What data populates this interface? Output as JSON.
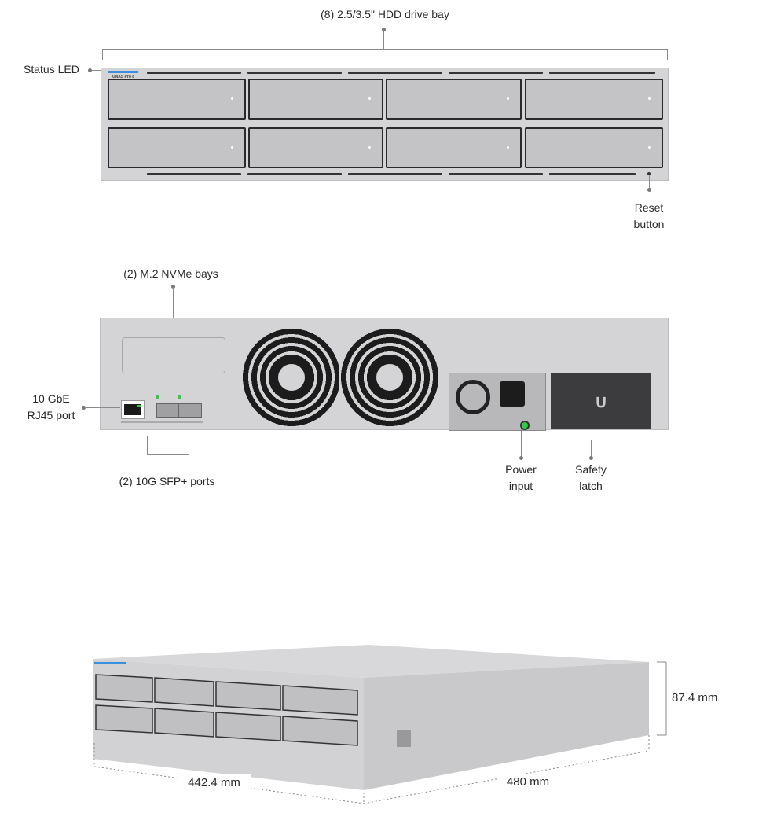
{
  "front": {
    "title": "(8) 2.5/3.5\" HDD drive bay",
    "model_label": "UNAS Pro 8",
    "status_led": "Status LED",
    "reset": [
      "Reset",
      "button"
    ],
    "drive_bays": 8
  },
  "rear": {
    "nvme": "(2) M.2 NVMe bays",
    "rj45": [
      "10 GbE",
      "RJ45 port"
    ],
    "sfp": "(2) 10G SFP+ ports",
    "power": [
      "Power",
      "input"
    ],
    "latch": [
      "Safety",
      "latch"
    ]
  },
  "dimensions": {
    "height": "87.4 mm",
    "width": "442.4 mm",
    "depth": "480 mm"
  },
  "colors": {
    "led_blue": "#3a8fe0",
    "led_green": "#2ecc40",
    "chassis": "#d4d4d6"
  }
}
